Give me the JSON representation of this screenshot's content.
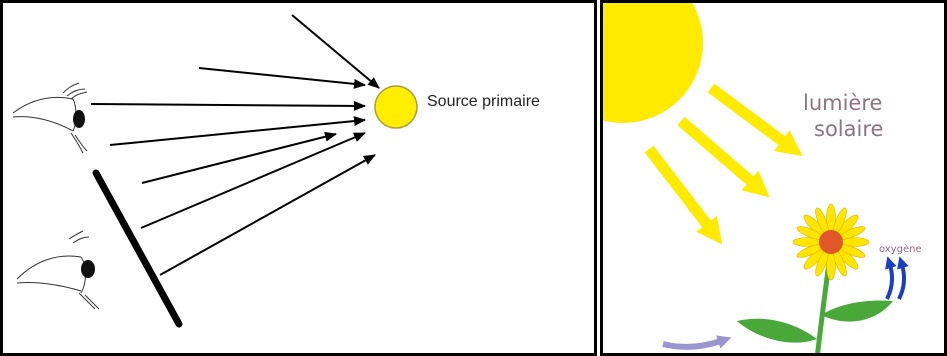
{
  "left_panel": {
    "source_label": "Source primaire",
    "source_color": "#ffee00",
    "mirror_color": "#000000"
  },
  "right_panel": {
    "sun_label_line1": "lumière",
    "sun_label_line2": "solaire",
    "oxygen_label": "oxygène",
    "sun_color": "#ffea00",
    "ray_color": "#ffea00",
    "petal_color": "#ffe600",
    "flower_center_color": "#e0582a",
    "leaf_color": "#4aa83a",
    "oxygen_arrow_color": "#1a3ec8",
    "water_arrow_color": "#9b95cf"
  }
}
